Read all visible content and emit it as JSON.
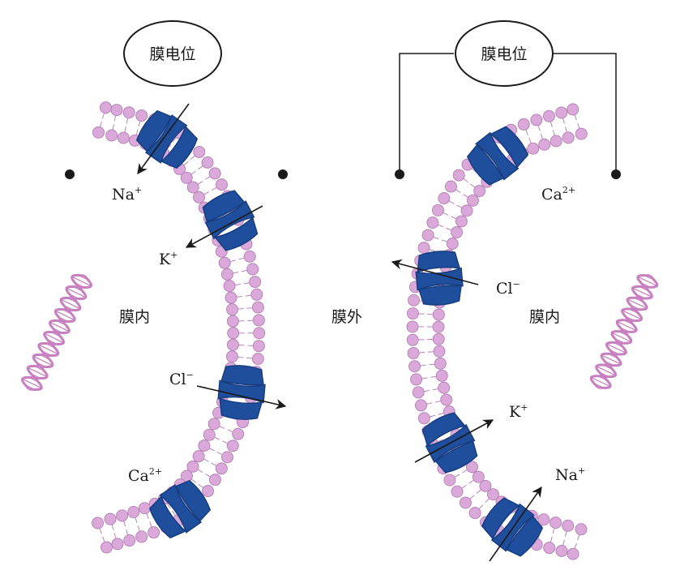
{
  "colors": {
    "lipid_head": "#dba9d9",
    "lipid_stroke": "#b784b9",
    "protein": "#1f4e9c",
    "protein_shadow": "#173d80",
    "dna": "#c77fc0",
    "arrow": "#1a1a1a"
  },
  "left_panel": {
    "potential_label": "膜电位",
    "inside_label": "膜内",
    "ions": [
      {
        "id": "na",
        "base": "Na",
        "charge": "+"
      },
      {
        "id": "k",
        "base": "K",
        "charge": "+"
      },
      {
        "id": "cl",
        "base": "Cl",
        "charge": "−"
      },
      {
        "id": "ca",
        "base": "Ca",
        "charge": "2+"
      }
    ]
  },
  "center": {
    "outside_label": "膜外"
  },
  "right_panel": {
    "potential_label": "膜电位",
    "inside_label": "膜内",
    "ions": [
      {
        "id": "ca",
        "base": "Ca",
        "charge": "2+"
      },
      {
        "id": "cl",
        "base": "Cl",
        "charge": "−"
      },
      {
        "id": "k",
        "base": "K",
        "charge": "+"
      },
      {
        "id": "na",
        "base": "Na",
        "charge": "+"
      }
    ]
  }
}
